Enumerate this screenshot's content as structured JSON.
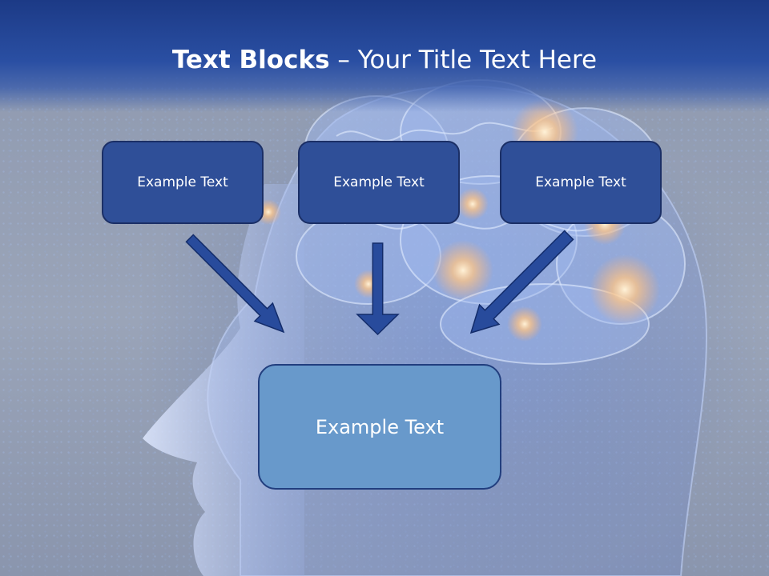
{
  "title": {
    "bold_part": "Text Blocks",
    "separator": " – ",
    "regular_part": "Your Title Text Here"
  },
  "boxes": {
    "left": "Example Text",
    "middle": "Example Text",
    "right": "Example Text",
    "bottom": "Example Text"
  },
  "colors": {
    "title_bar": "#1f3f8c",
    "box_fill": "#2f4f98",
    "box_border": "#1b2f66",
    "bottom_box_fill": "#6899cb",
    "arrow": "#284b9c"
  }
}
